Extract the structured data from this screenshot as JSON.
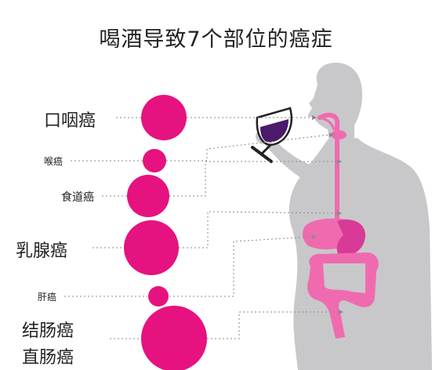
{
  "title": "喝酒导致7个部位的癌症",
  "colors": {
    "circle": "#E6127F",
    "silhouette": "#C8C8CA",
    "organ": "#F06AB0",
    "organ_dark": "#D93A95",
    "glass_wine": "#4B1A6B",
    "leader": "#8A8A8A"
  },
  "cancers": [
    {
      "label": "口咽癌",
      "size": 0.55
    },
    {
      "label": "喉癌",
      "size": 0.3
    },
    {
      "label": "食道癌",
      "size": 0.52
    },
    {
      "label": "乳腺癌",
      "size": 0.7
    },
    {
      "label": "肝癌",
      "size": 0.25
    },
    {
      "label": "结肠癌",
      "size": 0.82
    },
    {
      "label": "直肠癌",
      "size": 0.82
    }
  ]
}
